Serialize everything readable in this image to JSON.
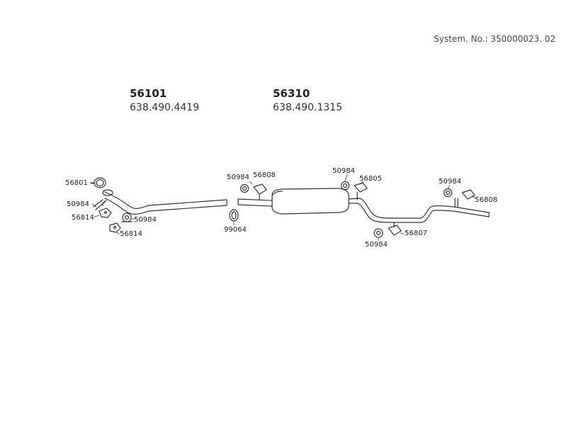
{
  "system_number": "System. No.: 350000023. 02",
  "assemblies": [
    {
      "part": "56101",
      "code": "638.490.4419"
    },
    {
      "part": "56310",
      "code": "638.490.1315"
    }
  ],
  "callouts": {
    "c1": "56801",
    "c2": "50984",
    "c3": "56814",
    "c4": "50984",
    "c5": "56814",
    "c6": "50984",
    "c7": "56808",
    "c8": "99064",
    "c9": "50984",
    "c10": "56805",
    "c11": "50984",
    "c12": "56807",
    "c13": "50984",
    "c14": "56808"
  }
}
